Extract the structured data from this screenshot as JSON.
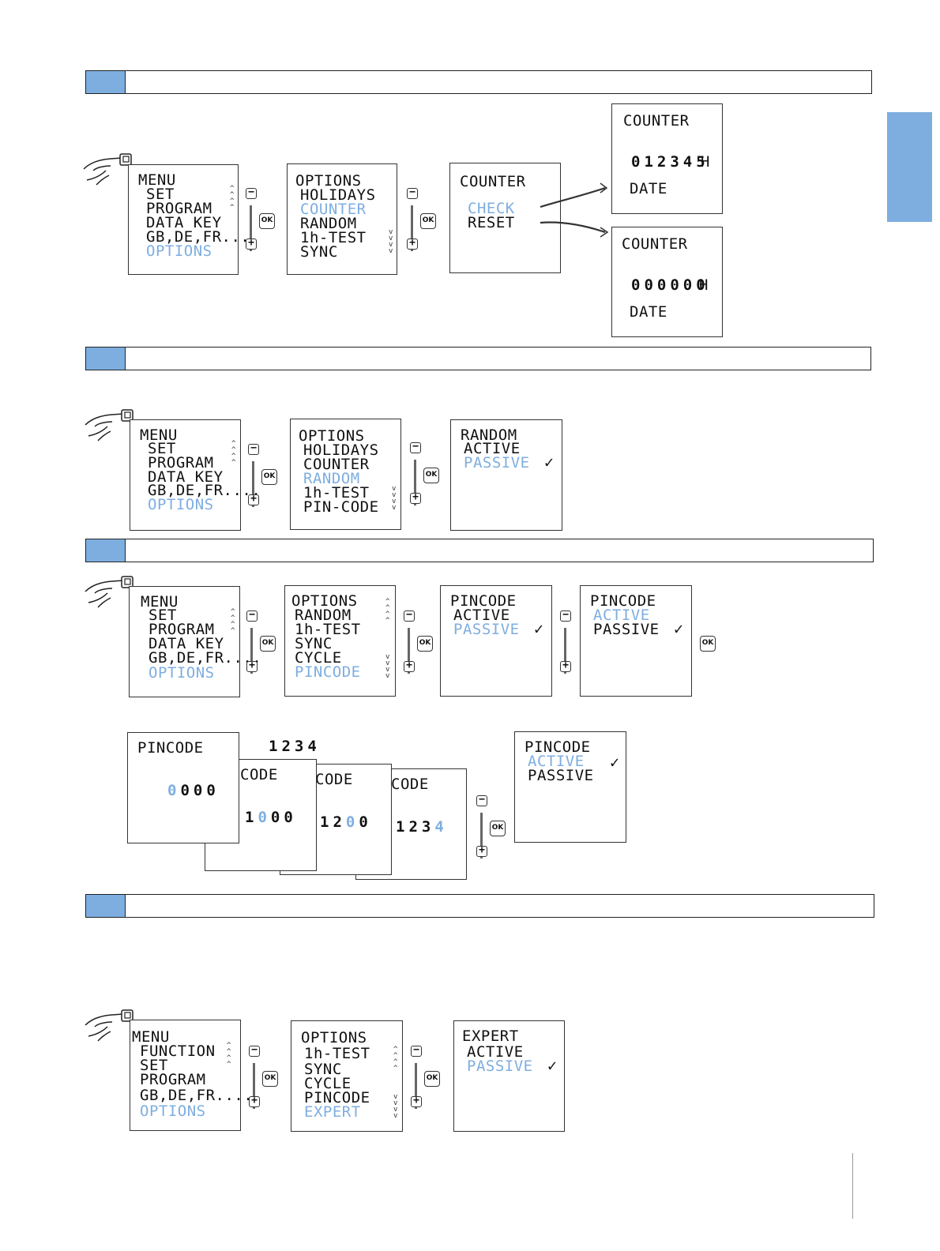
{
  "colors": {
    "accent": "#7eaee0",
    "line": "#222222"
  },
  "icons": {
    "hand": "pointing-hand-icon",
    "check": "checkmark-icon",
    "minus": "minus-icon",
    "plus": "plus-icon"
  },
  "common": {
    "ok": "OK",
    "minus": "−",
    "plus": "+",
    "check": "✓",
    "up": "^",
    "down": "v"
  },
  "menu": {
    "title": "MENU",
    "set": "SET",
    "program": "PROGRAM",
    "data_key": "DATA KEY",
    "lang": "GB,DE,FR....",
    "options": "OPTIONS",
    "function": "FUNCTION"
  },
  "options": {
    "title": "OPTIONS",
    "holidays": "HOLIDAYS",
    "counter": "COUNTER",
    "random": "RANDOM",
    "test": "1h-TEST",
    "sync": "SYNC",
    "pin_code": "PIN-CODE",
    "cycle": "CYCLE",
    "pincode": "PINCODE",
    "expert": "EXPERT"
  },
  "counter_screen": {
    "title": "COUNTER",
    "check": "CHECK",
    "reset": "RESET"
  },
  "counter_check": {
    "title": "COUNTER",
    "value": "012345",
    "unit": "H",
    "date": "DATE"
  },
  "counter_reset": {
    "title": "COUNTER",
    "value": "000000",
    "unit": "H",
    "date": "DATE"
  },
  "random_screen": {
    "title": "RANDOM",
    "active": "ACTIVE",
    "passive": "PASSIVE"
  },
  "pincode_screen": {
    "title": "PINCODE",
    "active": "ACTIVE",
    "passive": "PASSIVE"
  },
  "pin_entry": {
    "title": "PINCODE",
    "title_cut": "CODE",
    "label": "1234",
    "d0": "0",
    "d1": "1",
    "d2": "2",
    "d3": "3",
    "d4": "4"
  },
  "expert_screen": {
    "title": "EXPERT",
    "active": "ACTIVE",
    "passive": "PASSIVE"
  }
}
